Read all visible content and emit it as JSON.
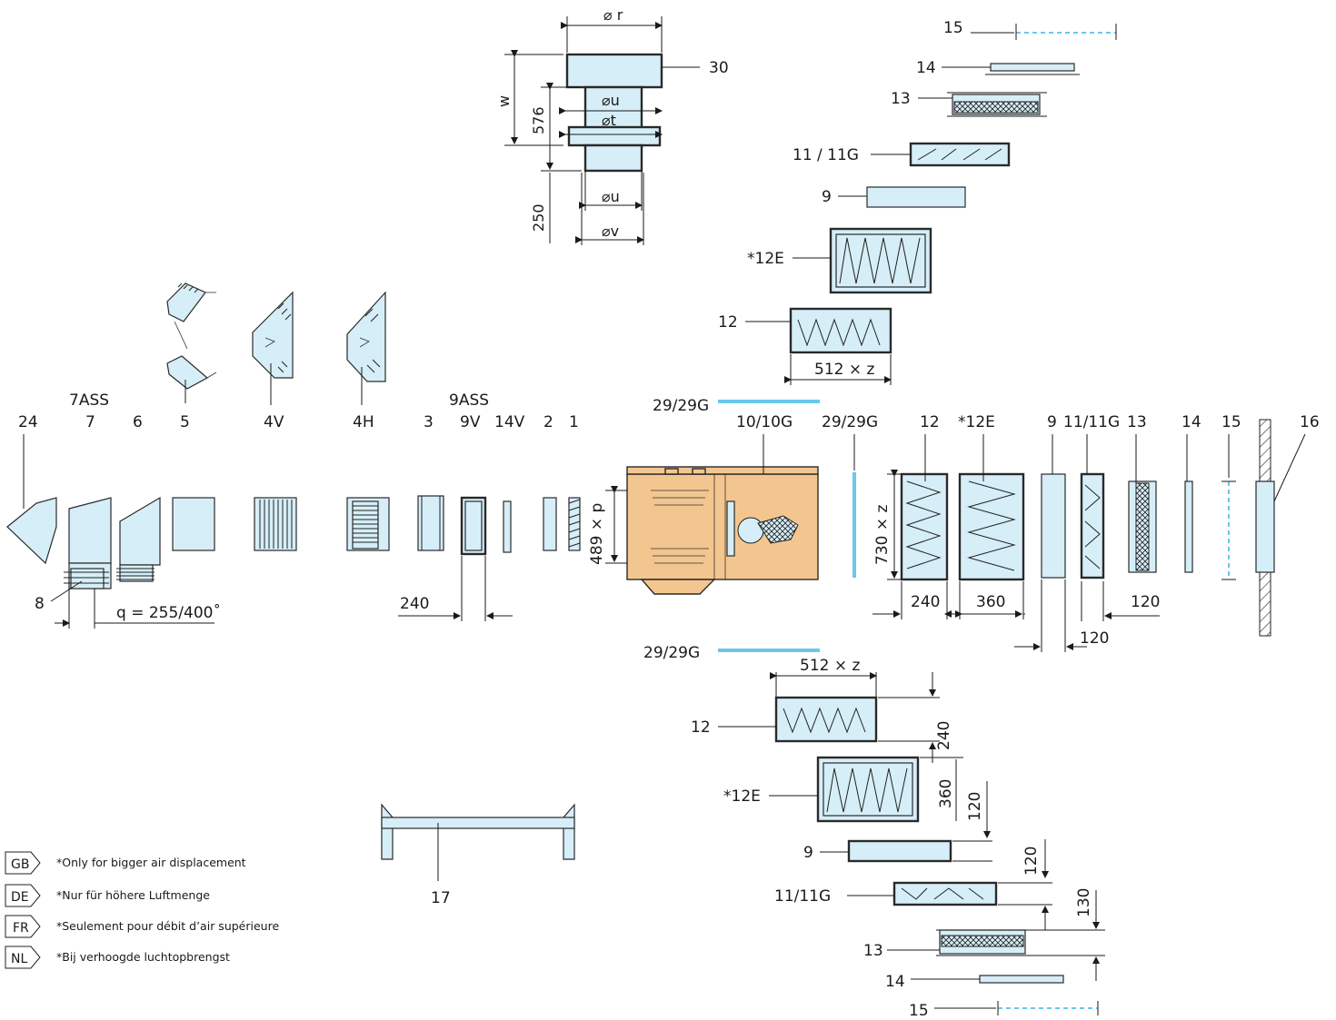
{
  "top_assembly": {
    "phi_r": "⌀ r",
    "w": "w",
    "dim_576": "576",
    "phi_u_top": "⌀u",
    "phi_t": "⌀t",
    "dim_250": "250",
    "phi_u_bottom": "⌀u",
    "phi_v": "⌀v",
    "label_30": "30"
  },
  "right_stack": {
    "l15": "15",
    "l14": "14",
    "l13": "13",
    "l11": "11 / 11G",
    "l9": "9",
    "l12e": "*12E",
    "l12": "12",
    "dim_512z": "512 × z"
  },
  "left_row": {
    "l24": "24",
    "l7ass": "7ASS",
    "l7": "7",
    "l6": "6",
    "l5": "5",
    "l4v": "4V",
    "l4h": "4H",
    "l9ass": "9ASS",
    "l3": "3",
    "l9v": "9V",
    "l14v": "14V",
    "l2": "2",
    "l1": "1",
    "l8": "8",
    "q": "q = 255/400˚",
    "dim_240": "240"
  },
  "center": {
    "l29_top": "29/29G",
    "l10": "10/10G",
    "l29_right": "29/29G",
    "dim_489p": "489 × p",
    "l29_bottom": "29/29G"
  },
  "right_row": {
    "l12": "12",
    "l12e": "*12E",
    "l9": "9",
    "l11": "11/11G",
    "l13": "13",
    "l14": "14",
    "l15": "15",
    "l16": "16",
    "dim_730z": "730 × z",
    "dim_240": "240",
    "dim_360": "360",
    "dim_120a": "120",
    "dim_120b": "120"
  },
  "bottom_stack": {
    "dim_512z": "512 × z",
    "l12": "12",
    "dim_240": "240",
    "l12e": "*12E",
    "dim_360": "360",
    "dim_120a": "120",
    "l9": "9",
    "dim_120b": "120",
    "l11": "11/11G",
    "dim_130": "130",
    "l13": "13",
    "l14": "14",
    "l15": "15"
  },
  "stand": {
    "l17": "17"
  },
  "notes": [
    {
      "lang": "GB",
      "text": "*Only for bigger air displacement"
    },
    {
      "lang": "DE",
      "text": "*Nur für höhere Luftmenge"
    },
    {
      "lang": "FR",
      "text": "*Seulement pour débit d’air supérieure"
    },
    {
      "lang": "NL",
      "text": "*Bij verhoogde luchtopbrengst"
    }
  ],
  "colors": {
    "component_fill": "#d6eef7",
    "unit_fill": "#f3c68f",
    "accent_blue": "#6cc7ea"
  }
}
